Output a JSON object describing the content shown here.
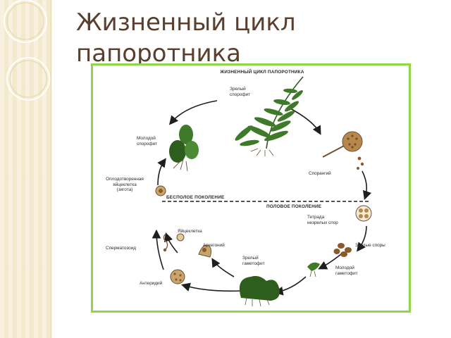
{
  "slide": {
    "title": "Жизненный цикл папоротника"
  },
  "diagram": {
    "heading": "ЖИЗНЕННЫЙ ЦИКЛ ПАПОРОТНИКА",
    "labels": {
      "mature_sporophyte": "Зрелый\nспорофит",
      "sporangium": "Спорангий",
      "young_sporophyte": "Молодой\nспорофит",
      "zygote": "Оплодотворенная\nяйцеклетка\n(зигота)",
      "asexual_generation": "БЕСПОЛОЕ ПОКОЛЕНИЕ",
      "sexual_generation": "ПОЛОВОЕ ПОКОЛЕНИЕ",
      "tetrad": "Тетрада\nнезрелых спор",
      "egg_cell": "Яйцеклетка",
      "archegonium": "Архегоний",
      "spermatozoid": "Сперматозоид",
      "mature_spores": "Зрелые споры",
      "mature_gametophyte": "Зрелый\nгаметофит",
      "young_gametophyte": "Молодой\nгаметофит",
      "antheridium": "Антеридий"
    }
  },
  "colors": {
    "frame_border": "#8fd64a",
    "title_text": "#5a3e2e",
    "side_band": "#f3e9cc",
    "cycle_arrow": "#1e1e1e",
    "fern_green": "#3f7a2a",
    "spore_brown": "#8a5a2b"
  }
}
